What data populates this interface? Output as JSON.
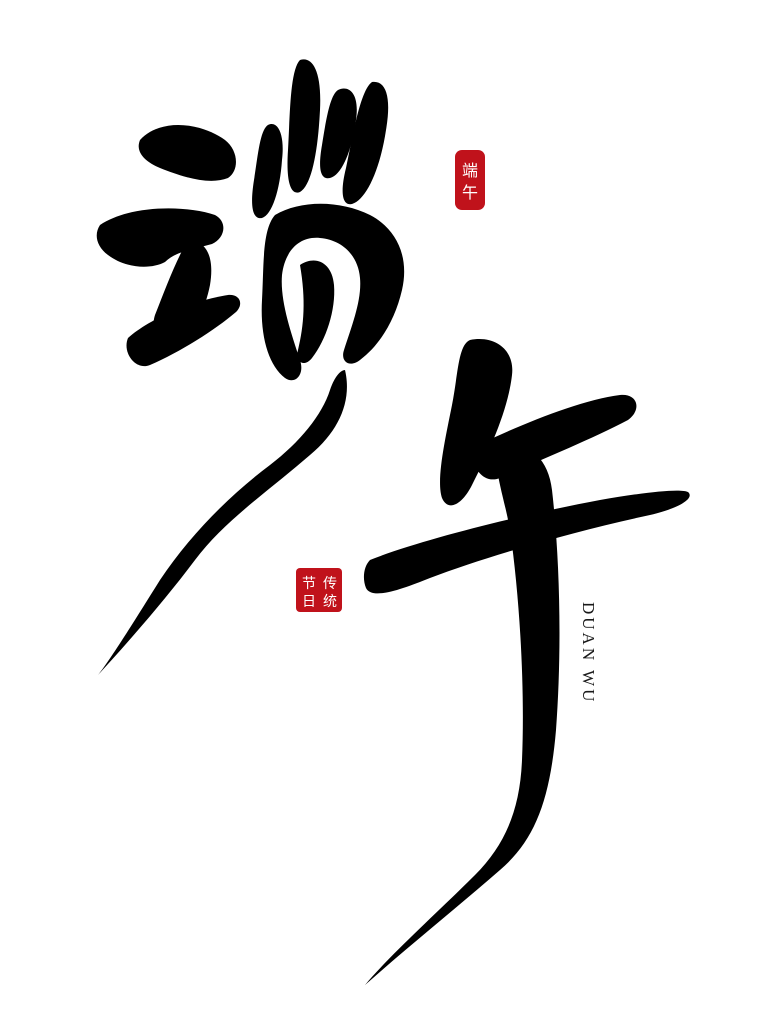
{
  "artwork": {
    "calligraphy_characters": [
      "端",
      "午"
    ],
    "seal_top_text": [
      "端",
      "午"
    ],
    "seal_bottom_text": [
      "传",
      "统",
      "节",
      "日"
    ],
    "latin_caption": "DUAN WU",
    "ink_color": "#000000",
    "seal_color": "#c0121b",
    "background_color": "#ffffff"
  }
}
